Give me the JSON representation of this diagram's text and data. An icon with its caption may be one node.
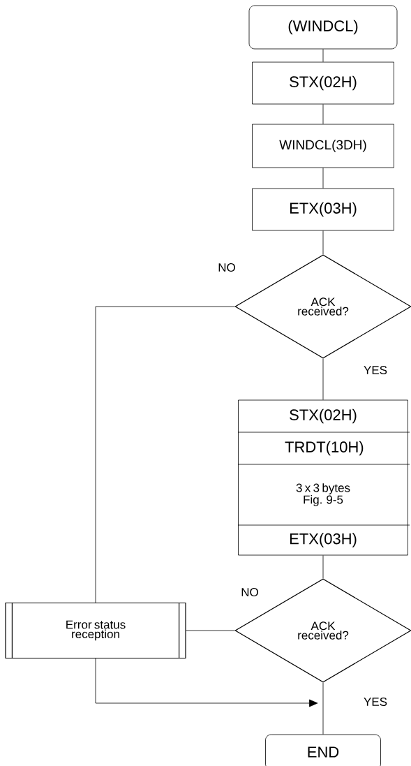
{
  "diagram": {
    "nodes": [
      {
        "text": [
          "(WINDCL)"
        ]
      },
      {
        "text": [
          "STX(02H)"
        ]
      },
      {
        "text": [
          "WINDCL(3DH)"
        ]
      },
      {
        "text": [
          "ETX(03H)"
        ]
      },
      {
        "text": [
          "ACK received?"
        ]
      },
      {
        "text": [
          "STX(02H)",
          "TRDT(10H)",
          "3 x 3 bytes Fig. 9-5",
          "ETX(03H)"
        ]
      },
      {
        "text": [
          "ACK received?"
        ]
      },
      {
        "text": [
          "Error status reception"
        ]
      },
      {
        "text": [
          "END"
        ]
      }
    ],
    "edges": [
      {
        "from": 0,
        "to": 1,
        "arrow": "none"
      },
      {
        "from": 1,
        "to": 2,
        "arrow": "none"
      },
      {
        "from": 2,
        "to": 3,
        "arrow": "none"
      },
      {
        "from": 3,
        "to": 4,
        "arrow": "none"
      },
      {
        "from": 4,
        "to": 7,
        "arrow": "none",
        "label": "NO"
      },
      {
        "from": 4,
        "to": 5,
        "arrow": "none",
        "label": "YES"
      },
      {
        "from": 5,
        "to": 6,
        "arrow": "none"
      },
      {
        "from": 6,
        "to": 7,
        "arrow": "none",
        "label": "NO"
      },
      {
        "from": 6,
        "to": 8,
        "arrow": "none",
        "label": "YES"
      },
      {
        "from": 7,
        "to": null,
        "arrow": "to"
      }
    ]
  }
}
